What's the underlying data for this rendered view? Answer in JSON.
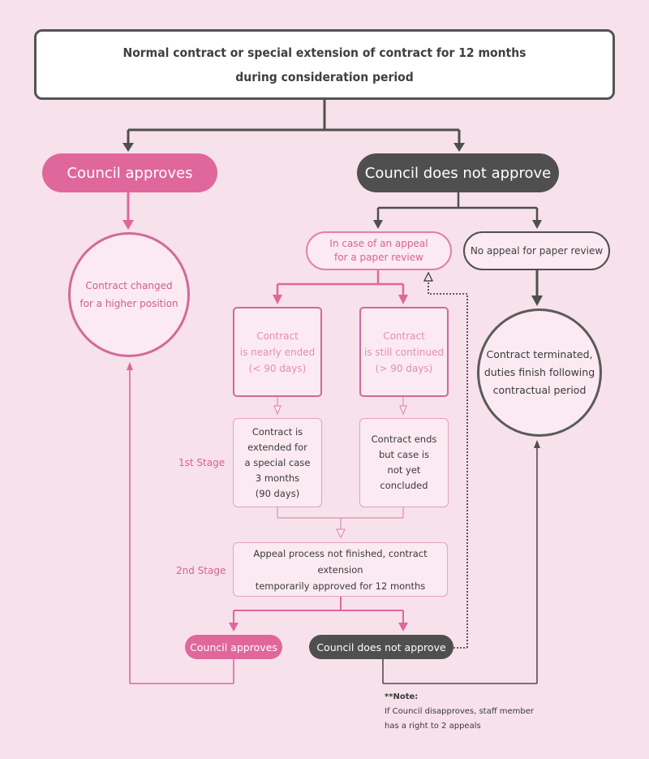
{
  "header": {
    "title_line1": "Normal contract or special extension of contract for 12 months",
    "title_line2": "during consideration period"
  },
  "branches": {
    "approve_label": "Council approves",
    "not_approve_label": "Council does not approve"
  },
  "approve_branch": {
    "outcome": "Contract changed\nfor a higher position"
  },
  "not_approve_branch": {
    "appeal": "In case of an appeal\nfor a paper review",
    "no_appeal": "No appeal for paper review",
    "terminated": "Contract terminated,\nduties finish following\ncontractual period"
  },
  "contracts": {
    "nearly_ended": "Contract\nis nearly ended\n(< 90 days)",
    "still_continued": "Contract\nis still continued\n(> 90 days)"
  },
  "stage1": {
    "label": "1st Stage",
    "left": "Contract is\nextended for\na special case\n3 months\n(90 days)",
    "right": "Contract ends\nbut case is\nnot yet\nconcluded"
  },
  "stage2": {
    "label": "2nd Stage",
    "text": "Appeal process not finished, contract extension\ntemporarily approved for 12 months"
  },
  "final": {
    "approves": "Council approves",
    "not_approve": "Council does not approve"
  },
  "note": {
    "heading": "**Note:",
    "line1": "If Council disapproves, staff member",
    "line2": "has a right to 2 appeals"
  },
  "colors": {
    "background": "#f7e1ea",
    "pink": "#e0679b",
    "dark": "#4f4f4f",
    "light_pink_border": "#e5a3c0"
  }
}
